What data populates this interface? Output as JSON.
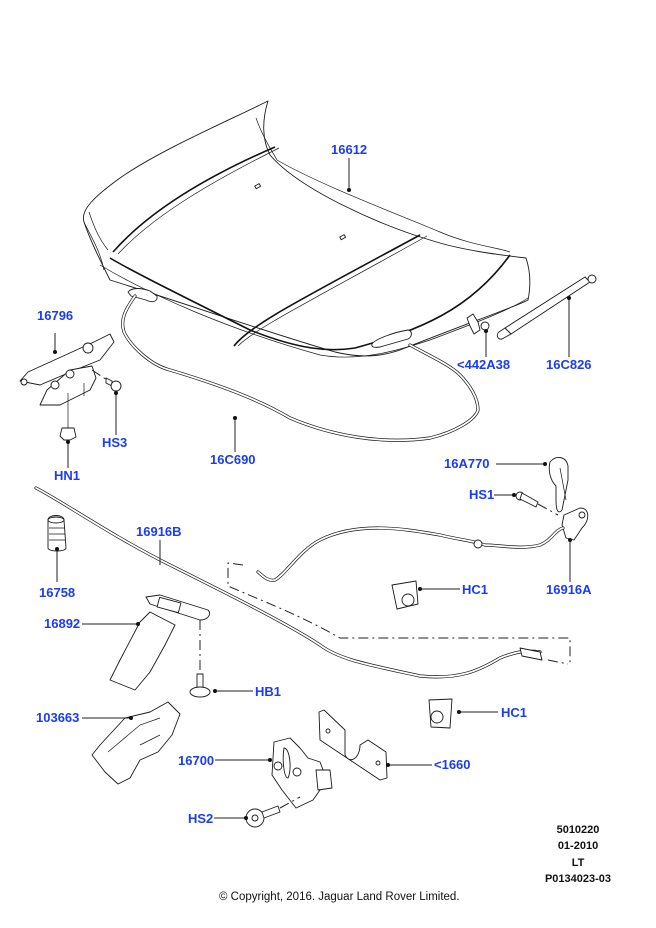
{
  "diagram": {
    "title": "Hood and hood release components",
    "colors": {
      "callout": "#1a3cf5",
      "line": "#1a1a1a",
      "background": "#ffffff"
    },
    "callouts": [
      {
        "id": "16612",
        "label": "16612",
        "part": "hood-panel"
      },
      {
        "id": "16796",
        "label": "16796",
        "part": "hood-hinge"
      },
      {
        "id": "HS3",
        "label": "HS3",
        "part": "hinge-screw"
      },
      {
        "id": "HN1",
        "label": "HN1",
        "part": "hinge-nut"
      },
      {
        "id": "16C690",
        "label": "16C690",
        "part": "hood-seal"
      },
      {
        "id": "442A38",
        "label": "<442A38",
        "part": "strut-ball-stud"
      },
      {
        "id": "16C826",
        "label": "16C826",
        "part": "hood-gas-strut"
      },
      {
        "id": "16A770",
        "label": "16A770",
        "part": "release-handle"
      },
      {
        "id": "HS1",
        "label": "HS1",
        "part": "handle-screw"
      },
      {
        "id": "16916A",
        "label": "16916A",
        "part": "release-cable-front"
      },
      {
        "id": "16916B",
        "label": "16916B",
        "part": "release-cable-rear"
      },
      {
        "id": "16758",
        "label": "16758",
        "part": "bump-stop"
      },
      {
        "id": "16892",
        "label": "16892",
        "part": "safety-catch"
      },
      {
        "id": "HC1-upper",
        "label": "HC1",
        "part": "cable-clip-upper"
      },
      {
        "id": "HB1",
        "label": "HB1",
        "part": "catch-bolt"
      },
      {
        "id": "HC1-lower",
        "label": "HC1",
        "part": "cable-clip-lower"
      },
      {
        "id": "103663",
        "label": "103663",
        "part": "catch-cover"
      },
      {
        "id": "16700",
        "label": "16700",
        "part": "hood-latch"
      },
      {
        "id": "1660",
        "label": "<1660",
        "part": "latch-plate"
      },
      {
        "id": "HS2",
        "label": "HS2",
        "part": "latch-screw"
      }
    ],
    "reference": {
      "code": "5010220",
      "date": "01-2010",
      "variant": "LT",
      "illustration_number": "P0134023-03"
    },
    "copyright": "© Copyright, 2016. Jaguar Land Rover Limited."
  }
}
